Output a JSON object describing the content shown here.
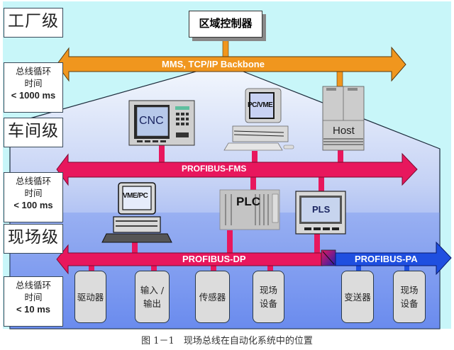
{
  "title": "图 1-1 现场总线在自动化系统中的位置",
  "levels": [
    {
      "name": "工厂级",
      "cycle_label": "总线循环",
      "cycle_sub": "时间",
      "cycle_time": "< 1000 ms"
    },
    {
      "name": "车间级",
      "cycle_label": "总线循环",
      "cycle_sub": "时间",
      "cycle_time": "< 100 ms"
    },
    {
      "name": "现场级",
      "cycle_label": "总线循环",
      "cycle_sub": "时间",
      "cycle_time": "< 10 ms"
    }
  ],
  "area_controller": "区域控制器",
  "buses": {
    "backbone": {
      "label": "MMS, TCP/IP Backbone",
      "color": "#f0961e"
    },
    "fms": {
      "label": "PROFIBUS-FMS",
      "color": "#e8175d"
    },
    "dp": {
      "label": "PROFIBUS-DP",
      "color": "#e8175d"
    },
    "pa": {
      "label": "PROFIBUS-PA",
      "color": "#1f4fe0"
    }
  },
  "cell_devices": {
    "cnc": "CNC",
    "pc_vme": "PC/VME",
    "host": "Host",
    "vme_pc": "VME/PC",
    "plc": "PLC",
    "pls": "PLS"
  },
  "field_devices_dp": [
    {
      "line1": "驱动器",
      "line2": ""
    },
    {
      "line1": "输入 /",
      "line2": "输出"
    },
    {
      "line1": "传感器",
      "line2": ""
    },
    {
      "line1": "现场",
      "line2": "设备"
    }
  ],
  "field_devices_pa": [
    {
      "line1": "变送器",
      "line2": ""
    },
    {
      "line1": "现场",
      "line2": "设备"
    }
  ],
  "colors": {
    "sky": "#c8f5f8",
    "house_top": "#f2f6fc",
    "house_bottom": "#6f8ff0"
  },
  "caption": "图 1－1　现场总线在自动化系统中的位置"
}
